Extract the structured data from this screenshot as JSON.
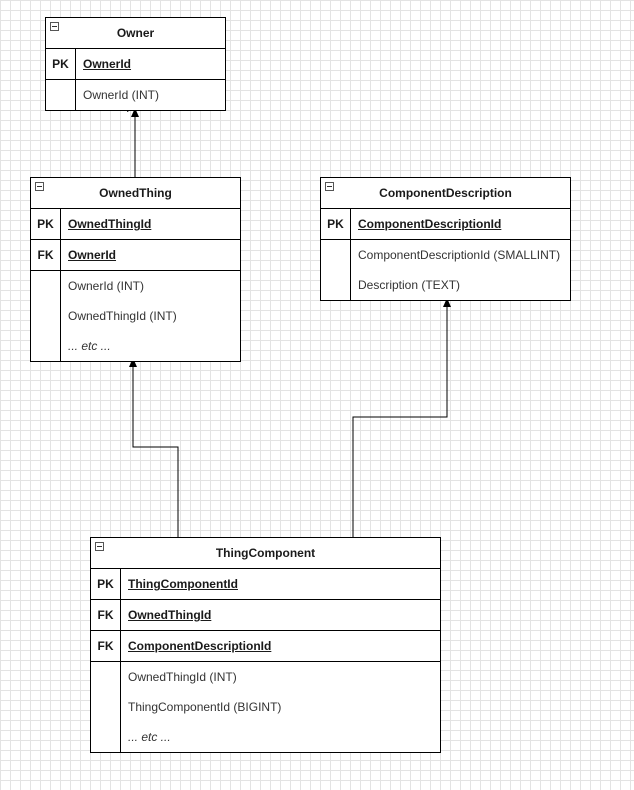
{
  "entities": {
    "owner": {
      "title": "Owner",
      "keys": [
        {
          "type": "PK",
          "name": "OwnerId"
        }
      ],
      "attributes": [
        "OwnerId (INT)"
      ]
    },
    "owned_thing": {
      "title": "OwnedThing",
      "keys": [
        {
          "type": "PK",
          "name": "OwnedThingId"
        },
        {
          "type": "FK",
          "name": "OwnerId"
        }
      ],
      "attributes": [
        "OwnerId (INT)",
        "OwnedThingId (INT)",
        "... etc ..."
      ]
    },
    "component_description": {
      "title": "ComponentDescription",
      "keys": [
        {
          "type": "PK",
          "name": "ComponentDescriptionId"
        }
      ],
      "attributes": [
        "ComponentDescriptionId (SMALLINT)",
        "Description (TEXT)"
      ]
    },
    "thing_component": {
      "title": "ThingComponent",
      "keys": [
        {
          "type": "PK",
          "name": "ThingComponentId"
        },
        {
          "type": "FK",
          "name": "OwnedThingId"
        },
        {
          "type": "FK",
          "name": "ComponentDescriptionId"
        }
      ],
      "attributes": [
        "OwnedThingId (INT)",
        "ThingComponentId (BIGINT)",
        "... etc ..."
      ]
    }
  },
  "relationships": [
    {
      "from": "owned_thing",
      "to": "owner"
    },
    {
      "from": "thing_component",
      "to": "owned_thing"
    },
    {
      "from": "thing_component",
      "to": "component_description"
    }
  ]
}
